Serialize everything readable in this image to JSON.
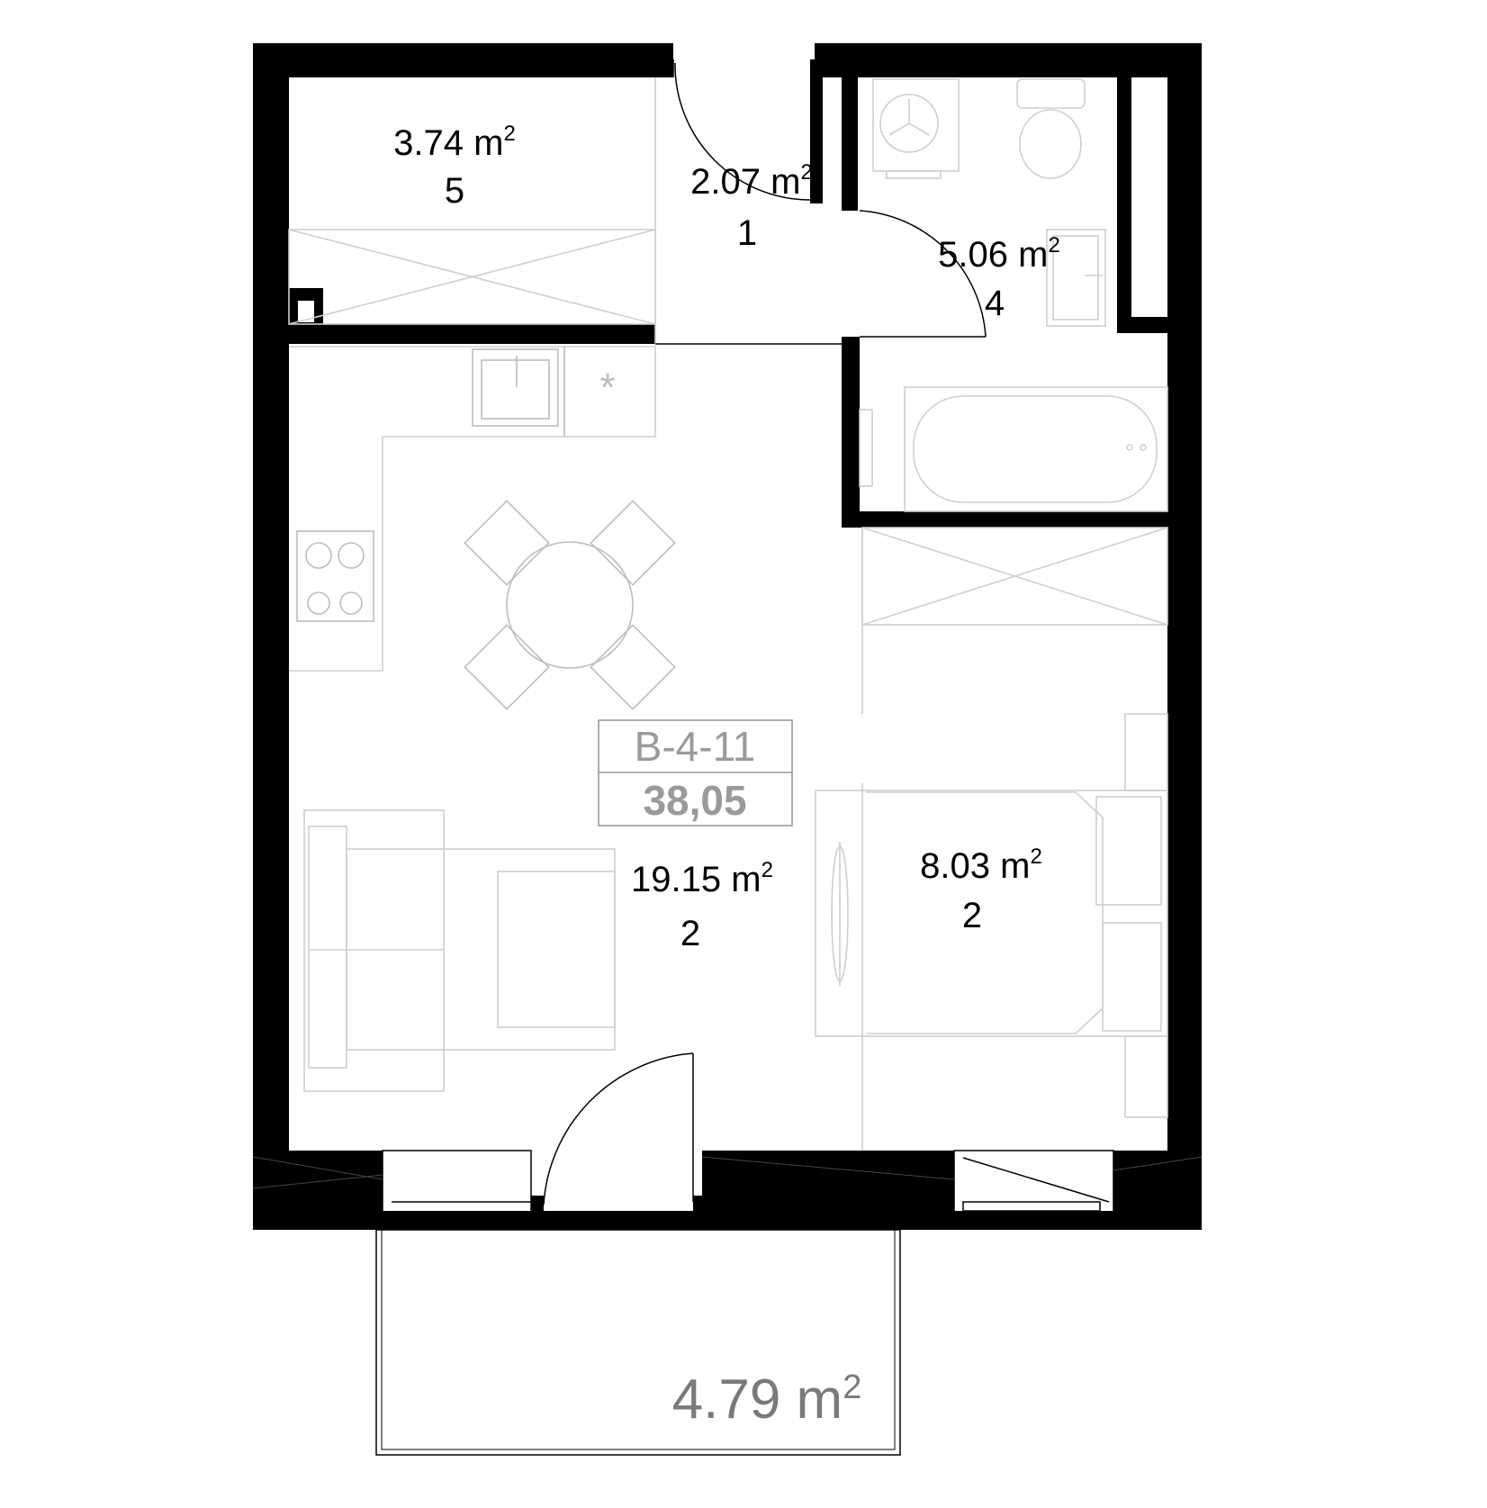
{
  "unit": {
    "code": "B-4-11",
    "total_area": "38,05"
  },
  "rooms": [
    {
      "id": "storage",
      "area": "3.74",
      "unit": "m",
      "sup": "2",
      "number": "5"
    },
    {
      "id": "hall",
      "area": "2.07",
      "unit": "m",
      "sup": "2",
      "number": "1"
    },
    {
      "id": "bathroom",
      "area": "5.06",
      "unit": "m",
      "sup": "2",
      "number": "4"
    },
    {
      "id": "living",
      "area": "19.15",
      "unit": "m",
      "sup": "2",
      "number": "2"
    },
    {
      "id": "bedroom",
      "area": "8.03",
      "unit": "m",
      "sup": "2",
      "number": "2"
    }
  ],
  "balcony": {
    "area": "4.79",
    "unit": "m",
    "sup": "2"
  },
  "colors": {
    "wall": "#000000",
    "furniture": "#cfcfcf",
    "label_box": "#9a9a9a",
    "balcony_text": "#7a7a7a"
  }
}
